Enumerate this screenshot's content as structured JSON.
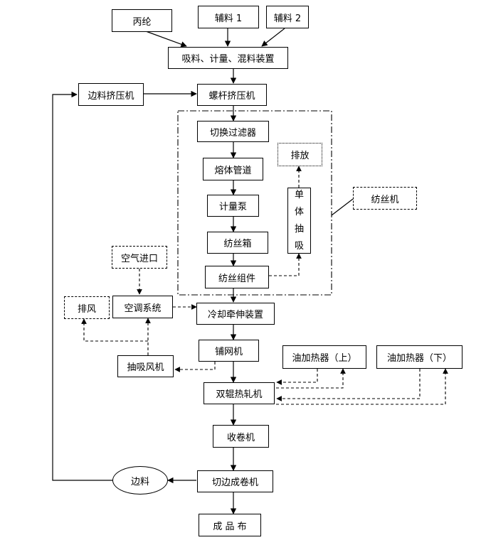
{
  "nodes": {
    "binglun": "丙纶",
    "fuliao1": "辅料 1",
    "fuliao2": "辅料 2",
    "mixer": "吸料、计量、混料装置",
    "edge_extruder": "边料挤压机",
    "screw_extruder": "螺杆挤压机",
    "filter": "切换过滤器",
    "melt_pipe": "熔体管道",
    "meter_pump": "计量泵",
    "spin_box": "纺丝箱",
    "spin_assembly": "纺丝组件",
    "discharge": "排放",
    "single_suction": [
      "单",
      "体",
      "抽",
      "吸"
    ],
    "spinning_machine": "纺丝机",
    "air_inlet": "空气进口",
    "exhaust": "排风",
    "ac_system": "空调系统",
    "cooling": "冷却牵伸装置",
    "web_former": "铺网机",
    "suction_fan": "抽吸风机",
    "oil_heater_up": "油加热器（上）",
    "oil_heater_down": "油加热器（下）",
    "calender": "双辊热轧机",
    "winder": "收卷机",
    "edge_waste": "边料",
    "slitter": "切边成卷机",
    "product": "成 品 布"
  }
}
